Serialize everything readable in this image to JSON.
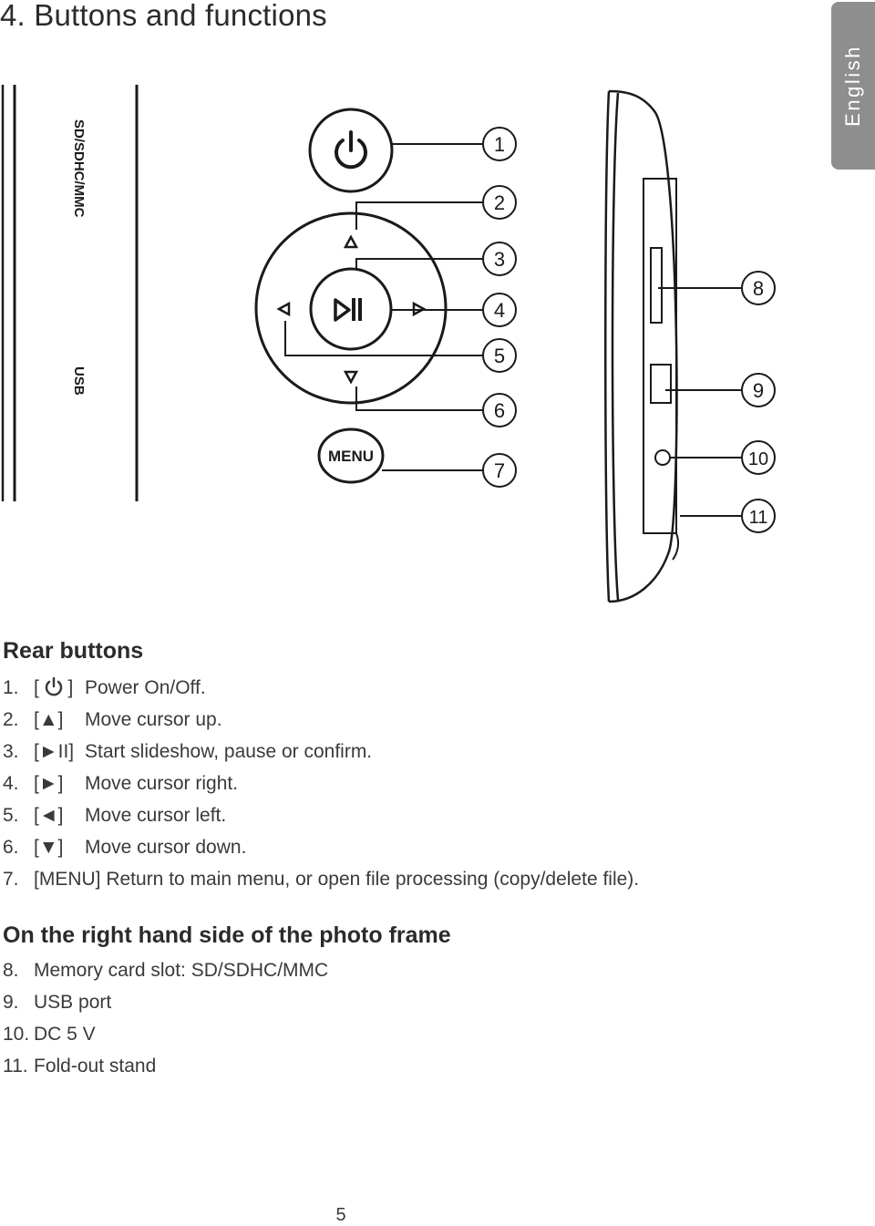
{
  "page": {
    "heading": "4. Buttons and functions",
    "language_tab": "English",
    "page_number": "5"
  },
  "diagram": {
    "side_labels": [
      "SD/SDHC/MMC",
      "USB"
    ],
    "menu_button_label": "MENU",
    "callouts": [
      "1",
      "2",
      "3",
      "4",
      "5",
      "6",
      "7",
      "8",
      "9",
      "10",
      "11"
    ]
  },
  "rear_buttons": {
    "title": "Rear buttons",
    "items": [
      {
        "num": "1.",
        "symbol": "power-icon",
        "text": "Power On/Off."
      },
      {
        "num": "2.",
        "symbol": "triangle-up-icon",
        "text": "Move cursor up."
      },
      {
        "num": "3.",
        "symbol": "play-pause-icon",
        "text": "Start slideshow, pause or confirm."
      },
      {
        "num": "4.",
        "symbol": "triangle-right-icon",
        "text": "Move cursor right."
      },
      {
        "num": "5.",
        "symbol": "triangle-left-icon",
        "text": "Move cursor left."
      },
      {
        "num": "6.",
        "symbol": "triangle-down-icon",
        "text": "Move cursor down."
      },
      {
        "num": "7.",
        "symbol": "",
        "text": "[MENU] Return to main menu, or open file processing (copy/delete file)."
      }
    ]
  },
  "right_side": {
    "title": "On the right hand side of the photo frame",
    "items": [
      {
        "num": "8.",
        "text": "Memory card slot: SD/SDHC/MMC"
      },
      {
        "num": "9.",
        "text": "USB port"
      },
      {
        "num": "10.",
        "text": "DC 5 V"
      },
      {
        "num": "11.",
        "text": "Fold-out stand"
      }
    ]
  },
  "colors": {
    "text": "#2b2b2b",
    "tab_background": "#8e8e8e",
    "line": "#1a1a1a"
  }
}
